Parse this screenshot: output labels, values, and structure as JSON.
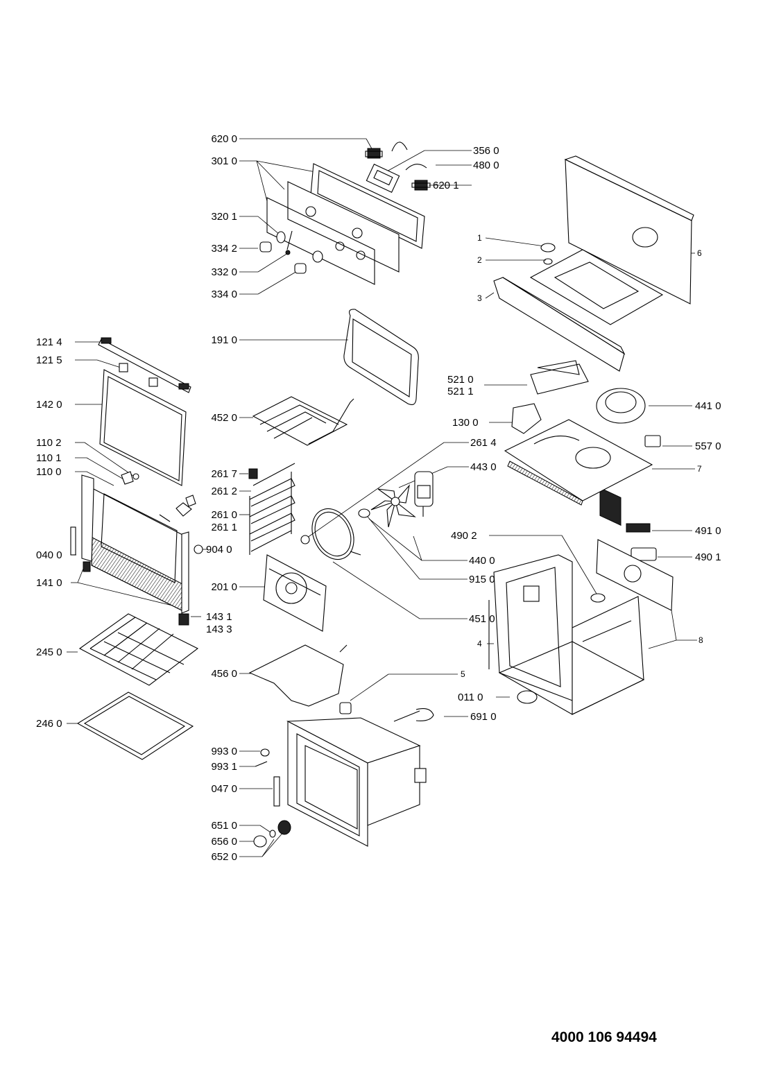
{
  "document_number": "4000 106 94494",
  "labels": {
    "l6200": "620 0",
    "l3010": "301 0",
    "l3560": "356 0",
    "l4800": "480 0",
    "l6201": "620 1",
    "l3201": "320 1",
    "l3342": "334 2",
    "l3320": "332 0",
    "l3340": "334 0",
    "l1": "1",
    "l2": "2",
    "l3": "3",
    "l6": "6",
    "l1910": "191 0",
    "l1214": "121 4",
    "l1215": "121 5",
    "l1420": "142 0",
    "l4520": "452 0",
    "l5210": "521 0",
    "l5211": "521 1",
    "l4410": "441 0",
    "l1300": "130 0",
    "l5570": "557 0",
    "l1102": "110 2",
    "l1101": "110 1",
    "l1100": "110 0",
    "l2614": "261 4",
    "l4430": "443 0",
    "l2617": "261 7",
    "l2612": "261 2",
    "l7": "7",
    "l2610": "261 0",
    "l2611": "261 1",
    "l0400": "040 0",
    "l9040": "904 0",
    "l4902": "490 2",
    "l4910": "491 0",
    "l4901": "490 1",
    "l4400": "440 0",
    "l9150": "915 0",
    "l1410": "141 0",
    "l2010": "201 0",
    "l1431": "143 1",
    "l1433": "143 3",
    "l4510": "451 0",
    "l8": "8",
    "l4": "4",
    "l2450": "245 0",
    "l4560": "456 0",
    "l5": "5",
    "l0110": "011 0",
    "l6910": "691 0",
    "l2460": "246 0",
    "l9930": "993 0",
    "l9931": "993 1",
    "l0470": "047 0",
    "l6510": "651 0",
    "l6560": "656 0",
    "l6520": "652 0"
  }
}
